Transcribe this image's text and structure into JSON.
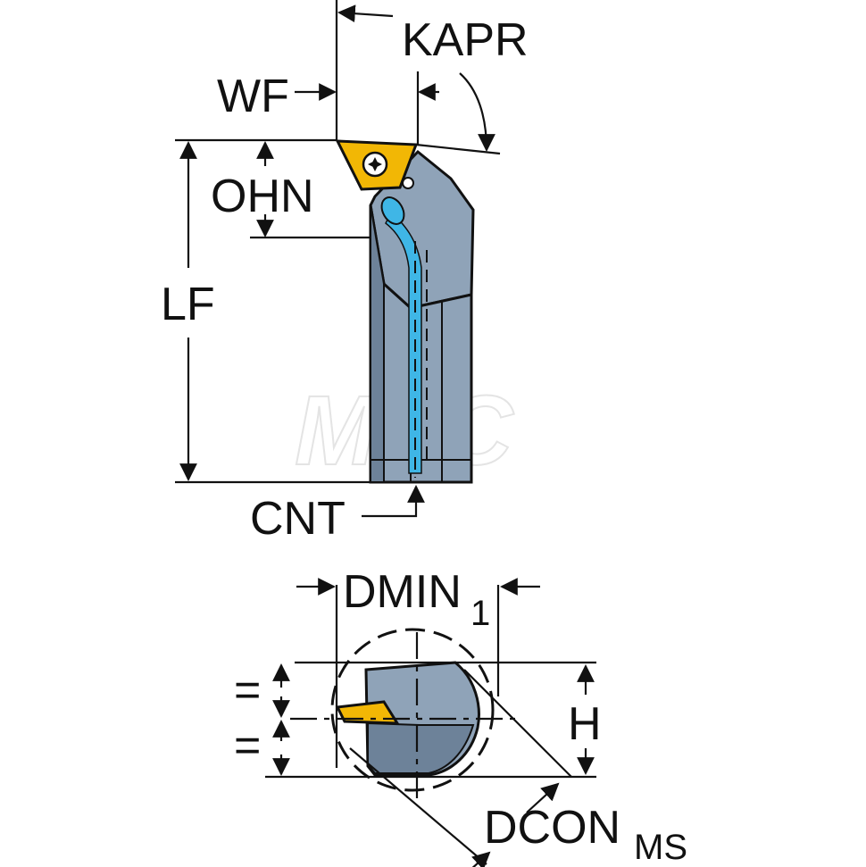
{
  "labels": {
    "kapr": "KAPR",
    "wf": "WF",
    "ohn": "OHN",
    "lf": "LF",
    "cnt": "CNT",
    "dmin": "DMIN",
    "dmin_sub": "1",
    "h": "H",
    "dcon": "DCON",
    "dcon_sub": "MS",
    "equal_top": "=",
    "equal_bottom": "="
  },
  "watermark": "MSC",
  "colors": {
    "holder_body": "#8fa3b8",
    "holder_dark": "#5f7590",
    "coolant": "#3fb6e6",
    "insert": "#f2b705",
    "outline": "#111111"
  }
}
